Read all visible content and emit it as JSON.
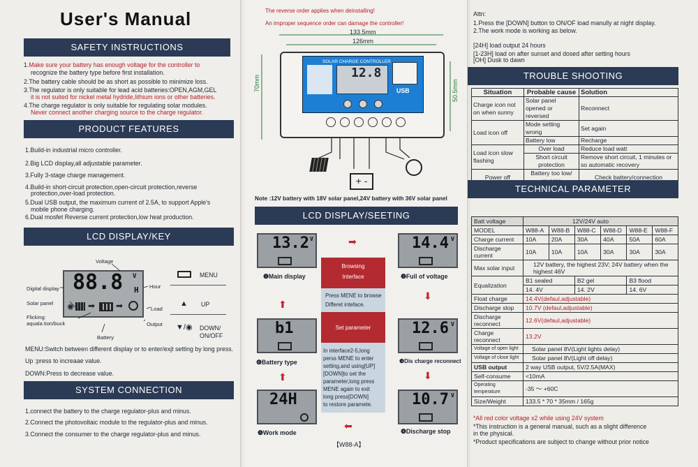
{
  "panel1": {
    "title": "User's Manual",
    "safety": {
      "heading": "SAFETY INSTRUCTIONS",
      "items": [
        {
          "n": "1.",
          "lines": [
            "Make sure your battery has enough voltage for the controller to",
            "recognize the battery type before first installation."
          ]
        },
        {
          "n": "2.",
          "lines": [
            "The battery cable should be as short as possible to minimize loss."
          ]
        },
        {
          "n": "3.",
          "lines": [
            "The regulator is only suitable for lead acid batteries:OPEN,AGM,GEL",
            "it is not suited for nickel metal hydride,lithium ions or other batteries."
          ]
        },
        {
          "n": "4.",
          "lines": [
            "The charge regulator is only suitable for regulating solar modules.",
            "Never connect another charging source to the charge regulator."
          ]
        }
      ]
    },
    "features": {
      "heading": "PRODUCT FEATURES",
      "items": [
        "1.Build-in industrial micro controller.",
        "2.Big LCD display,all adjustable parameter.",
        "3.Fully 3-stage  charge management.",
        "4.Build-in short-circuit protection,open-circuit protection,reverse",
        "protection,over-load protection.",
        "5.Dual USB output, the maximum current of 2.5A, to support Apple's",
        "mobile phone charging.",
        "6.Dual mosfet Reverse current protection,low heat production."
      ]
    },
    "lcd_key": {
      "heading": "LCD DISPLAY/KEY",
      "digits": "88.8",
      "unit_v": "V",
      "unit_h": "H",
      "labels": {
        "voltage": "Voltage",
        "digital": "Digital display",
        "hour": "Hour",
        "solar": "Solar panel",
        "load": "Load",
        "flicking1": "Flicking:",
        "flicking2": "aquala tion/buck",
        "output": "Output",
        "battery": "Battery"
      },
      "keys": [
        "MENU",
        "UP",
        "DOWN/",
        "ON/OFF"
      ],
      "desc": [
        "MENU:Switch between different display or to enter/exjt setting by long press.",
        "Up        :press to increaae value.",
        "DOWN:Press to decrease value."
      ]
    },
    "system": {
      "heading": "SYSTEM CONNECTION",
      "items": [
        "1.connect the battery to the charge regulator-plus and minus.",
        "2.Connect the photovoltaic module to the regulator-plus and minus.",
        "3.Connect the consumer to the charge regulator-plus and minus."
      ]
    }
  },
  "panel2": {
    "warn1": "The reverse order applies when deinstalling!",
    "warn2": "An improper sequence order can damage the controller!",
    "dim_outer": "133.5mm",
    "dim_inner": "126mm",
    "dim_h": "70mm",
    "dim_h2": "50.5mm",
    "controller_title": "SOLAR CHARGE CONTROLLER",
    "controller_value": "12.8",
    "controller_usb": "USB",
    "note": "Note :12V battery with 18V solar panel,24V battery with 36V solar panel",
    "lcd_heading": "LCD DISPLAY/SEETING",
    "screens": [
      {
        "value": "13.2",
        "unit": "V",
        "label": "❶Main display"
      },
      {
        "value": "14.4",
        "unit": "V",
        "label": "❷Full of voltage"
      },
      {
        "value": "b1",
        "unit": "",
        "label": "❻Battery type"
      },
      {
        "value": "12.6",
        "unit": "V",
        "label": "❸Dis charge reconnect"
      },
      {
        "value": "24H",
        "unit": "",
        "label": "❺Work mode"
      },
      {
        "value": "10.7",
        "unit": "V",
        "label": "❹Discharge stop"
      }
    ],
    "browse_title": "Browsing",
    "browse_sub": "Interface",
    "browse_text": [
      "Press MENE to browse",
      "Differet inteface."
    ],
    "set_title": "Set parameter",
    "set_text": [
      "In interface2-5,long",
      "perss MENE to enter",
      "setting,and using[UP]",
      "[DOWN]to set the",
      "parameter,long press",
      "MENE again to exit",
      "long press[DOWN]",
      "to restore paramete."
    ],
    "model": "【W88-A】"
  },
  "panel3": {
    "attn": [
      "Attn:",
      "1.Press the [DOWN] button to ON/OF load manully at night display.",
      "2.The work mode is working as below."
    ],
    "modes": [
      "[24H]    load output 24 hours",
      "[1-23H] load on after sunset and dosed after setting hours",
      "[OH]      Dusk to dawn"
    ],
    "trouble_heading": "TROUBLE SHOOTING",
    "trouble_head": [
      "Situation",
      "Probable cause",
      "Solution"
    ],
    "trouble_rows": [
      [
        "Charge icon not on when sunny",
        "Solar panel opened or reversed",
        "Reconnect"
      ],
      [
        "Load icon off",
        "Mode setting wrong",
        "Set again"
      ],
      [
        "",
        "Battery low",
        "Recharge"
      ],
      [
        "Load icon slow flashing",
        "Over load",
        "Reduce load watt"
      ],
      [
        "",
        "Short circuit protection",
        "Remove short circuit, 1 minutes or so automatic recovery"
      ],
      [
        "Power off",
        "Battery too low/ reverse",
        "Check battery/connection"
      ]
    ],
    "tech_heading": "TECHNICAL PARAMETER",
    "spec": {
      "batt_label": "Batt voltage",
      "batt_value": "12V/24V  auto",
      "model_label": "MODEL",
      "models": [
        "W88-A",
        "W88-B",
        "W88-C",
        "W88-D",
        "W88-E",
        "W88-F"
      ],
      "charge_label": "Charge current",
      "charge": [
        "10A",
        "20A",
        "30A",
        "40A",
        "50A",
        "60A"
      ],
      "dis_label": "Discharge current",
      "dis": [
        "10A",
        "10A",
        "10A",
        "30A",
        "30A",
        "30A"
      ],
      "max_label": "Max solar input",
      "max_value": "12V battery, the highest 23V; 24V battery when the highest 46V",
      "eq_label": "Equalization",
      "eq_types": [
        "B1 sealed",
        "B2 gel",
        "B3 flood"
      ],
      "eq_vals": [
        "14. 4V",
        "14. 2V",
        "14. 6V"
      ],
      "float_label": "Float charge",
      "float_value": "14.4V(defaul,adjustable)",
      "stop_label": "Discharge stop",
      "stop_value": "10.7V (defaul,adjustable)",
      "reconn_label": "Discharge reconnect",
      "reconn_value": "12.6V(defaul,adjustable)",
      "creconn_label": "Charge reconnect",
      "creconn_value": "13.2V",
      "open_label": "Voltage of open light",
      "open_value": "Solar panel 8V(Light lights delay)",
      "close_label": "Voltage of close light",
      "close_value": "Solar panel 8V(Light off delay)",
      "usb_label": "USB output",
      "usb_value": "2 way USB output,  5V/2.5A(MAX)",
      "self_label": "Self-consume",
      "self_value": "<10mA",
      "temp_label": "Operating temperature",
      "temp_value": "-35 ～ +60C",
      "size_label": "Size/Weight",
      "size_value": "133.5 * 70 * 35mm  /  165g"
    },
    "footer": [
      "*All red color voltage x2 while using 24V system",
      "*This instruction is a general manual, such as a slight difference",
      "  in the physical.",
      "*Product specifications are subject to change without prior notice"
    ]
  }
}
